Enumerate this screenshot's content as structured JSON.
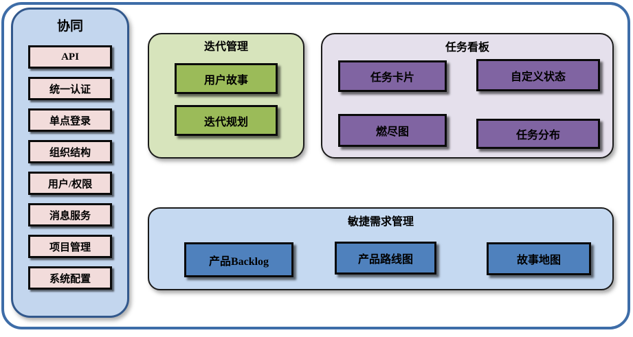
{
  "diagram": {
    "sidebar": {
      "title": "协同",
      "items": [
        "API",
        "统一认证",
        "单点登录",
        "组织结构",
        "用户/权限",
        "消息服务",
        "项目管理",
        "系统配置"
      ]
    },
    "iteration_panel": {
      "title": "迭代管理",
      "items": [
        "用户故事",
        "迭代规划"
      ]
    },
    "kanban_panel": {
      "title": "任务看板",
      "items": [
        "任务卡片",
        "自定义状态",
        "燃尽图",
        "任务分布"
      ]
    },
    "requirements_panel": {
      "title": "敏捷需求管理",
      "items": [
        "产品Backlog",
        "产品路线图",
        "故事地图"
      ]
    }
  },
  "colors": {
    "frame_border": "#3e6da8",
    "sidebar_fill": "#c3d6ee",
    "sidebar_border": "#32588c",
    "sidebar_item_fill": "#f2dcdb",
    "iteration_panel_fill": "#d7e4bc",
    "iteration_node_fill": "#9bbb59",
    "kanban_panel_fill": "#e5e0ec",
    "kanban_node_fill": "#8064a2",
    "requirements_panel_fill": "#c5d9f1",
    "requirements_node_fill": "#4f81bd",
    "node_border": "#000000",
    "text": "#000000"
  }
}
